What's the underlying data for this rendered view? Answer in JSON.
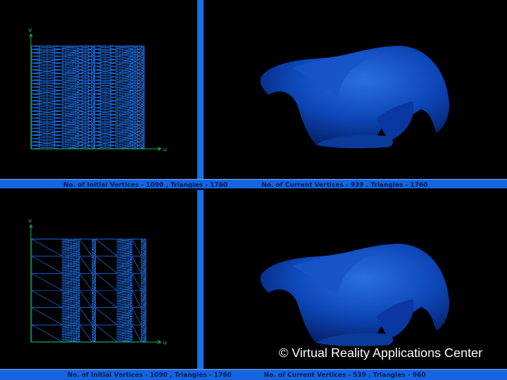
{
  "top_view": {
    "initial_info": "No. of Initial Vertices - 1090 , Triangles - 1760",
    "current_info": "No. of Current Vertices - 939 , Triangles - 1760",
    "axis_v": "v",
    "axis_u": "u"
  },
  "bottom_view": {
    "initial_info": "No. of Initial Vertices - 1090 , Triangles - 1760",
    "current_info": "No. of Current Vertices - 539 , Triangles - 960",
    "axis_v": "v",
    "axis_u": "u"
  },
  "watermark": "© Virtual Reality Applications Center",
  "colors": {
    "mesh": "#1f7cff",
    "frame": "#1565e0",
    "axis": "#1fd05a",
    "surface": "#0c3fa8"
  }
}
